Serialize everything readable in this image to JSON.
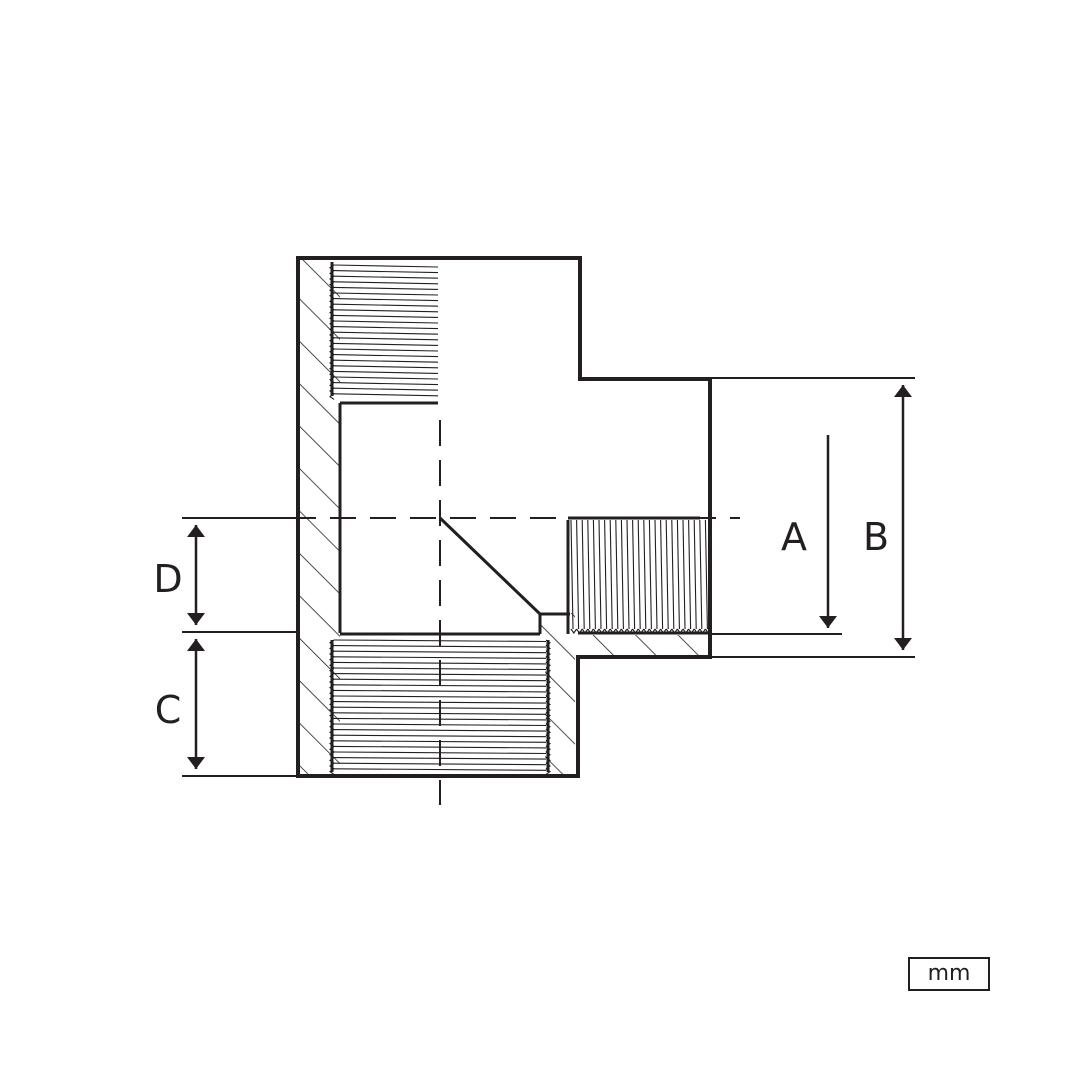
{
  "diagram": {
    "dimension_labels": {
      "a": "A",
      "b": "B",
      "c": "C",
      "d": "D"
    },
    "unit_label": "mm",
    "colors": {
      "line": "#231f20",
      "background": "#ffffff"
    }
  }
}
